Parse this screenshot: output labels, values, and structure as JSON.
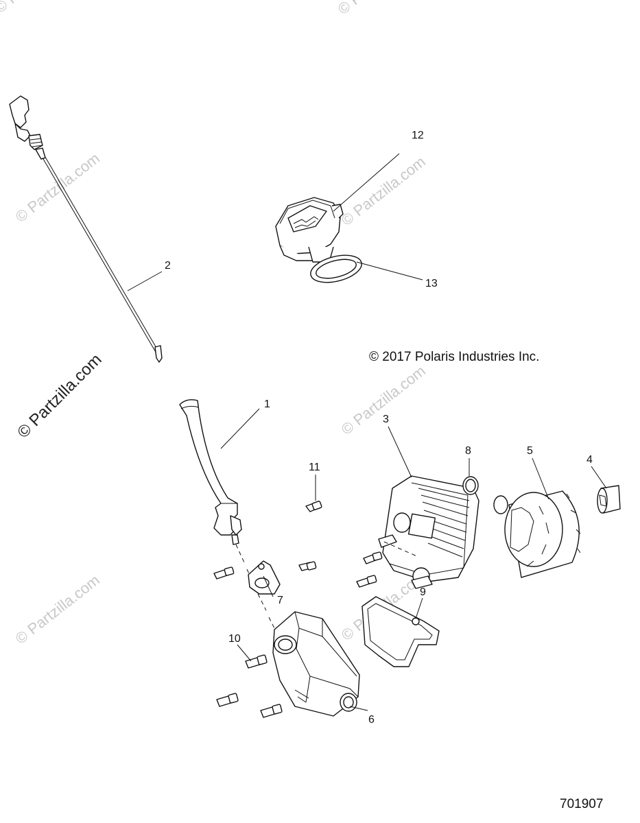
{
  "copyright": "© 2017 Polaris Industries Inc.",
  "diagram_id": "701907",
  "watermark": "© Partzilla.com",
  "callouts": [
    "1",
    "2",
    "3",
    "4",
    "5",
    "6",
    "7",
    "8",
    "9",
    "10",
    "11",
    "12",
    "13"
  ]
}
